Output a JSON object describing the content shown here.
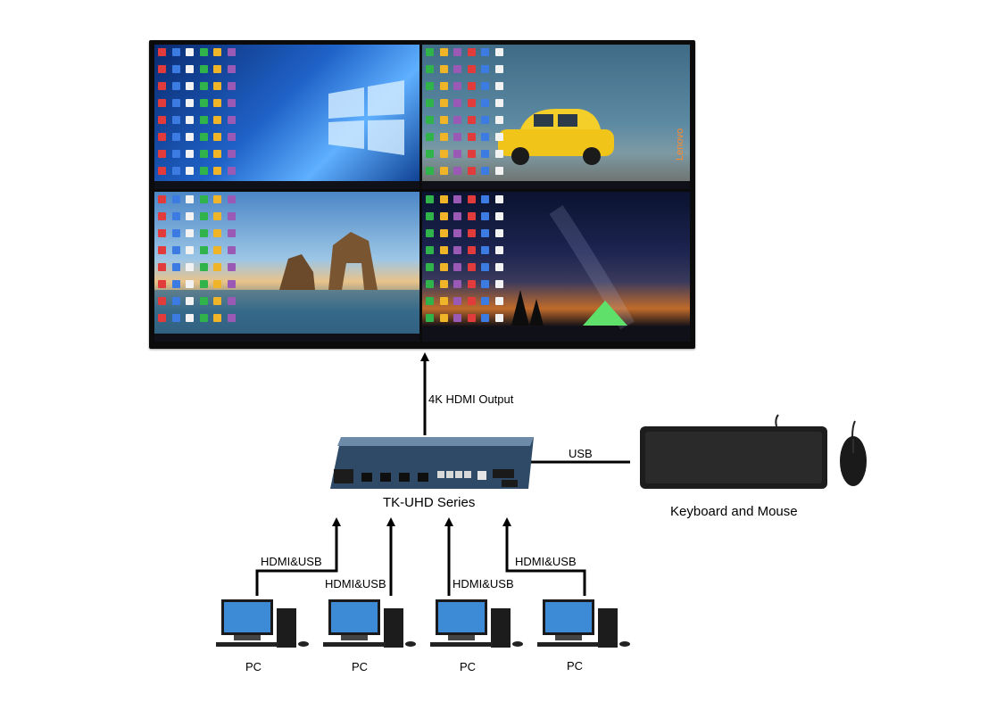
{
  "labels": {
    "hdmi_output": "4K HDMI Output",
    "usb": "USB",
    "device": "TK-UHD Series",
    "keyboard_mouse": "Keyboard and Mouse",
    "hdmi_usb_1": "HDMI&USB",
    "hdmi_usb_2": "HDMI&USB",
    "hdmi_usb_3": "HDMI&USB",
    "hdmi_usb_4": "HDMI&USB",
    "pc_1": "PC",
    "pc_2": "PC",
    "pc_3": "PC",
    "pc_4": "PC"
  },
  "monitor": {
    "brand": "Lenovo",
    "quadrants": [
      "windows-logo-wallpaper",
      "yellow-car-wallpaper",
      "beach-rock-arch-wallpaper",
      "milky-way-tent-wallpaper"
    ]
  },
  "colors": {
    "line": "#000000",
    "device_body": "#3a5a7a"
  }
}
